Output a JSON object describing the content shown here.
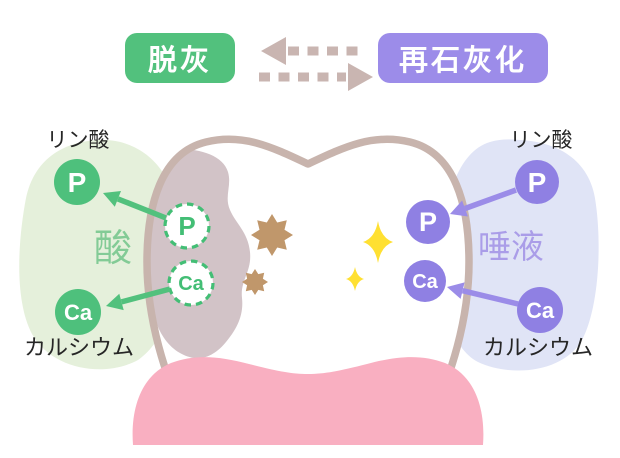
{
  "diagram": {
    "legend": {
      "demineralization_label": "脱灰",
      "remineralization_label": "再石灰化"
    },
    "left_side": {
      "phosphate_label": "リン酸",
      "calcium_label": "カルシウム",
      "zone_label": "酸",
      "p_symbol": "P",
      "ca_symbol": "Ca"
    },
    "right_side": {
      "phosphate_label": "リン酸",
      "calcium_label": "カルシウム",
      "zone_label": "唾液",
      "p_symbol": "P",
      "ca_symbol": "Ca"
    },
    "colors": {
      "demineralization_green": "#52C17D",
      "remineralization_purple": "#9C8CE9",
      "ion_green": "#4EC07C",
      "ion_purple": "#8F80E3",
      "acid_zone_bg": "#E5F0DB",
      "saliva_zone_bg": "#E0E4F6",
      "tooth_outline": "#C8B4AD",
      "demineralized_area": "#D2C3C7",
      "gum_pink": "#F9AFC1",
      "bacteria_brown": "#C0976B",
      "sparkle_yellow": "#FFE032",
      "exchange_arrow": "#C9B5B1"
    }
  }
}
